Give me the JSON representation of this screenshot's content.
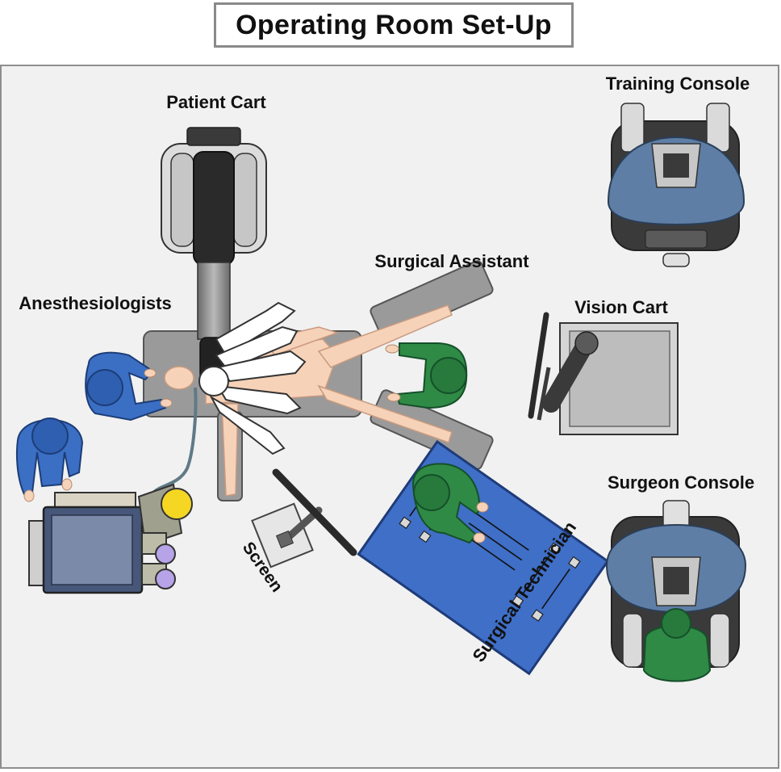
{
  "title": "Operating Room Set-Up",
  "labels": {
    "patient_cart": "Patient Cart",
    "training_console": "Training Console",
    "surgical_assistant": "Surgical Assistant",
    "anesthesiologists": "Anesthesiologists",
    "vision_cart": "Vision Cart",
    "surgeon_console": "Surgeon Console",
    "screen": "Screen",
    "surgical_technician": "Surgical Technician"
  },
  "colors": {
    "room_floor": "#f1f1f1",
    "staff_blue": "#3a6fc4",
    "staff_green": "#2f8a45",
    "console_blue": "#5e7ea6",
    "instrument_table": "#3f6fc7",
    "patient_skin": "#f6d2b8",
    "anesthesia_yellow": "#f5d623",
    "anesthesia_purple": "#b7a3e8"
  }
}
